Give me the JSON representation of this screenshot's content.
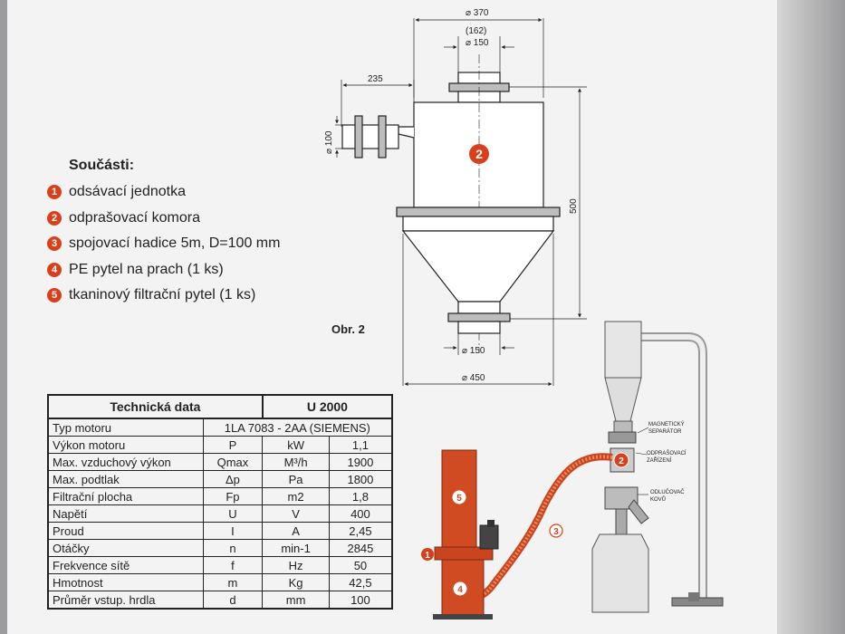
{
  "parts": {
    "title": "Součásti:",
    "items": [
      {
        "num": "1",
        "label": "odsávací jednotka"
      },
      {
        "num": "2",
        "label": "odprašovací komora"
      },
      {
        "num": "3",
        "label": "spojovací hadice 5m, D=100 mm"
      },
      {
        "num": "4",
        "label": "PE pytel na prach (1 ks)"
      },
      {
        "num": "5",
        "label": "tkaninový filtrační pytel (1 ks)"
      }
    ]
  },
  "figure": {
    "caption": "Obr. 2",
    "dims": {
      "top_width": "⌀ 370",
      "inner": "(162)",
      "top_outlet": "⌀ 150",
      "side_offset": "235",
      "side_diameter": "⌀ 100",
      "height": "500",
      "bottom_outlet": "⌀ 150",
      "bottom_width": "⌀ 450"
    },
    "body_badge": "2"
  },
  "table": {
    "headers": [
      "Technická data",
      "U 2000"
    ],
    "rows": [
      [
        "Typ motoru",
        "1LA 7083 - 2AA (SIEMENS)"
      ],
      [
        "Výkon motoru",
        "P",
        "kW",
        "1,1"
      ],
      [
        "Max. vzduchový výkon",
        "Qmax",
        "M³/h",
        "1900"
      ],
      [
        "Max. podtlak",
        "Δp",
        "Pa",
        "1800"
      ],
      [
        "Filtrační plocha",
        "Fp",
        "m2",
        "1,8"
      ],
      [
        "Napětí",
        "U",
        "V",
        "400"
      ],
      [
        "Proud",
        "I",
        "A",
        "2,45"
      ],
      [
        "Otáčky",
        "n",
        "min-1",
        "2845"
      ],
      [
        "Frekvence sítě",
        "f",
        "Hz",
        "50"
      ],
      [
        "Hmotnost",
        "m",
        "Kg",
        "42,5"
      ],
      [
        "Průměr vstup. hrdla",
        "d",
        "mm",
        "100"
      ]
    ]
  },
  "assembly": {
    "labels": {
      "magnetic": [
        "MAGNETICKÝ",
        "SEPARÁTOR"
      ],
      "dust": [
        "ODPRAŠOVACÍ",
        "ZAŘÍZENÍ"
      ],
      "chip": [
        "ODLUČOVAČ",
        "KOVŮ"
      ]
    },
    "badges": [
      "1",
      "2",
      "3",
      "4",
      "5"
    ]
  },
  "colors": {
    "accent": "#d8401c",
    "page": "#f3f3f3",
    "line": "#222222"
  }
}
